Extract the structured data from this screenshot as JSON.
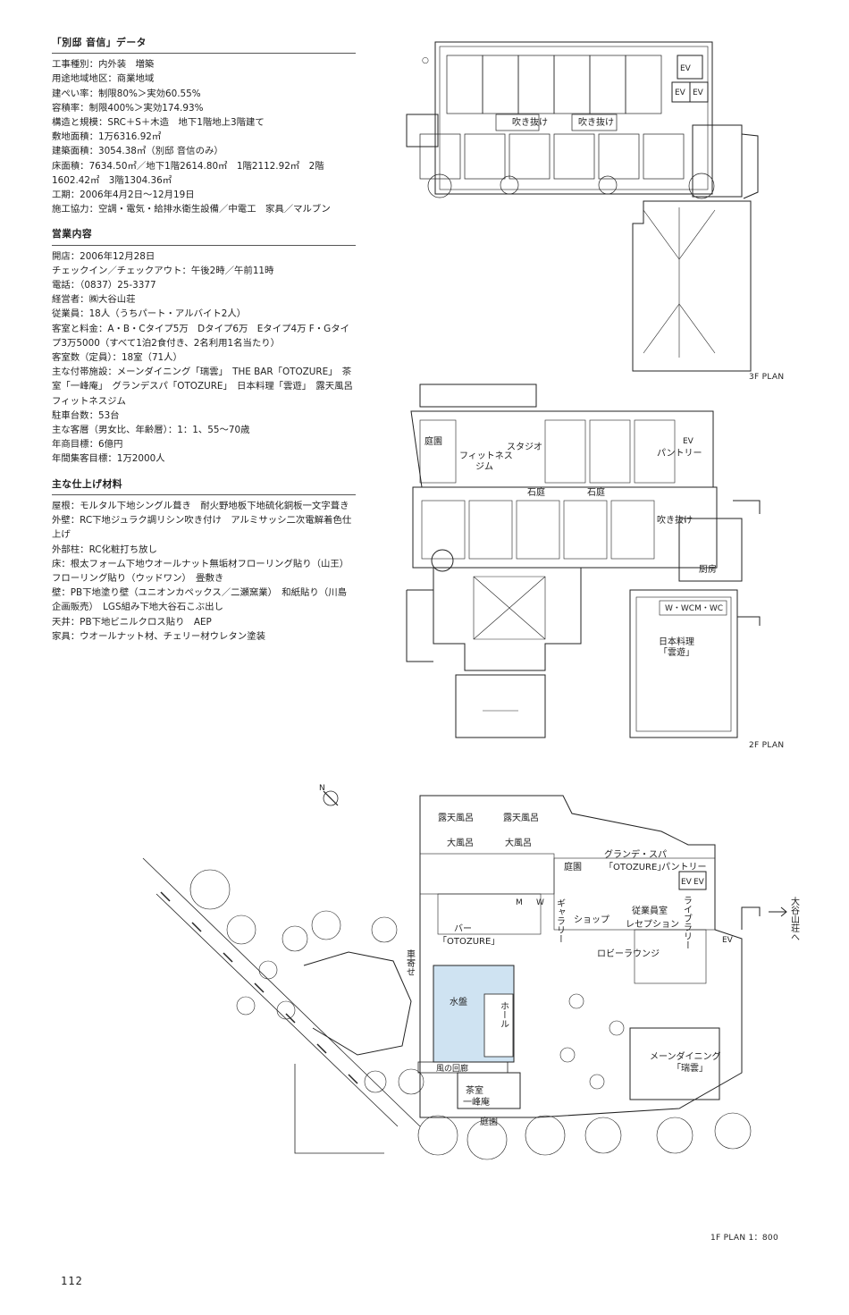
{
  "sections": [
    {
      "heading": "「別邸 音信」データ",
      "rows": [
        {
          "k": "工事種別",
          "v": "内外装　増築"
        },
        {
          "k": "用途地域地区",
          "v": "商業地域"
        },
        {
          "k": "建ぺい率",
          "v": "制限80%＞実効60.55%"
        },
        {
          "k": "容積率",
          "v": "制限400%＞実効174.93%"
        },
        {
          "k": "構造と規模",
          "v": "SRC＋S＋木造　地下1階地上3階建て"
        },
        {
          "k": "敷地面積",
          "v": "1万6316.92㎡"
        },
        {
          "k": "建築面積",
          "v": "3054.38㎡（別邸 音信のみ）"
        },
        {
          "k": "床面積",
          "v": "7634.50㎡／地下1階2614.80㎡　1階2112.92㎡　2階1602.42㎡　3階1304.36㎡"
        },
        {
          "k": "工期",
          "v": "2006年4月2日〜12月19日"
        },
        {
          "k": "施工協力",
          "v": "空調・電気・給排水衛生設備／中電工　家具／マルブン"
        }
      ]
    },
    {
      "heading": "営業内容",
      "rows": [
        {
          "k": "開店",
          "v": "2006年12月28日"
        },
        {
          "k": "チェックイン／チェックアウト",
          "v": "午後2時／午前11時"
        },
        {
          "k": "電話",
          "v": "（0837）25-3377"
        },
        {
          "k": "経営者",
          "v": "㈱大谷山荘"
        },
        {
          "k": "従業員",
          "v": "18人（うちパート・アルバイト2人）"
        },
        {
          "k": "客室と料金",
          "v": "A・B・Cタイプ5万　Dタイプ6万　Eタイプ4万 F・Gタイプ3万5000（すべて1泊2食付き、2名利用1名当たり）"
        },
        {
          "k": "客室数（定員）",
          "v": "18室（71人）"
        },
        {
          "k": "主な付帯施設",
          "v": "メーンダイニング「瑞雲」　THE BAR「OTOZURE」　茶室「一峰庵」　グランデスパ「OTOZURE」　日本料理「雲遊」　露天風呂　フィットネスジム"
        },
        {
          "k": "駐車台数",
          "v": "53台"
        },
        {
          "k": "主な客層（男女比、年齢層）",
          "v": "1：1、55〜70歳"
        },
        {
          "k": "年商目標",
          "v": "6億円"
        },
        {
          "k": "年間集客目標",
          "v": "1万2000人"
        }
      ]
    },
    {
      "heading": "主な仕上げ材料",
      "rows": [
        {
          "k": "屋根",
          "v": "モルタル下地シングル葺き　耐火野地板下地硫化銅板一文字葺き"
        },
        {
          "k": "外壁",
          "v": "RC下地ジュラク調リシン吹き付け　アルミサッシ二次電解着色仕上げ"
        },
        {
          "k": "外部柱",
          "v": "RC化粧打ち放し"
        },
        {
          "k": "床",
          "v": "根太フォーム下地ウオールナット無垢材フローリング貼り（山王）　フローリング貼り（ウッドワン）　畳敷き"
        },
        {
          "k": "壁",
          "v": "PB下地塗り壁（ユニオンカペックス／二瀬窯業）　和紙貼り（川島企画販売）　LGS組み下地大谷石こぶ出し"
        },
        {
          "k": "天井",
          "v": "PB下地ビニルクロス貼り　AEP"
        },
        {
          "k": "家具",
          "v": "ウオールナット材、チェリー材ウレタン塗装"
        }
      ]
    }
  ],
  "plans": {
    "f3": {
      "title": "3F PLAN",
      "labels": {
        "void1": "吹き抜け",
        "void2": "吹き抜け",
        "ev1": "EV",
        "ev2": "EV",
        "ev3": "EV"
      }
    },
    "f2": {
      "title": "2F PLAN",
      "labels": {
        "garden": "庭園",
        "studio": "スタジオ",
        "fitness": "フィットネス",
        "gym": "ジム",
        "pantry": "パントリー",
        "ev": "EV",
        "stonegarden1": "石庭",
        "stonegarden2": "石庭",
        "void": "吹き抜け",
        "kitchen": "厨房",
        "wc": "W・WCM・WC",
        "jp1": "日本料理",
        "jp2": "「雲遊」"
      }
    },
    "f1": {
      "title": "1F PLAN 1：800",
      "north": "N",
      "labels": {
        "bath_open1": "露天風呂",
        "bath_open2": "露天風呂",
        "bath1": "大風呂",
        "bath2": "大風呂",
        "garden_top": "庭園",
        "spa1": "グランデ・スパ",
        "spa2": "「OTOZURE」",
        "pantry": "パントリー",
        "ev1": "EV",
        "ev2": "EV",
        "ev3": "EV",
        "to_otaniso1": "大谷山荘へ",
        "bar1": "バー",
        "bar2": "「OTOZURE」",
        "car": "車寄せ",
        "water": "水盤",
        "gallery": "ギャラリー",
        "shop": "ショップ",
        "staff": "従業員室",
        "reception": "レセプション",
        "library": "ライブラリー",
        "lobby": "ロビーラウンジ",
        "hall": "ホール",
        "corridor": "風の回廊",
        "dining1": "メーンダイニング",
        "dining2": "「瑞雲」",
        "tea1": "茶室",
        "tea2": "一峰庵",
        "garden_bottom": "庭園",
        "wc": "W",
        "mw": "M"
      }
    }
  },
  "page_number": "112"
}
